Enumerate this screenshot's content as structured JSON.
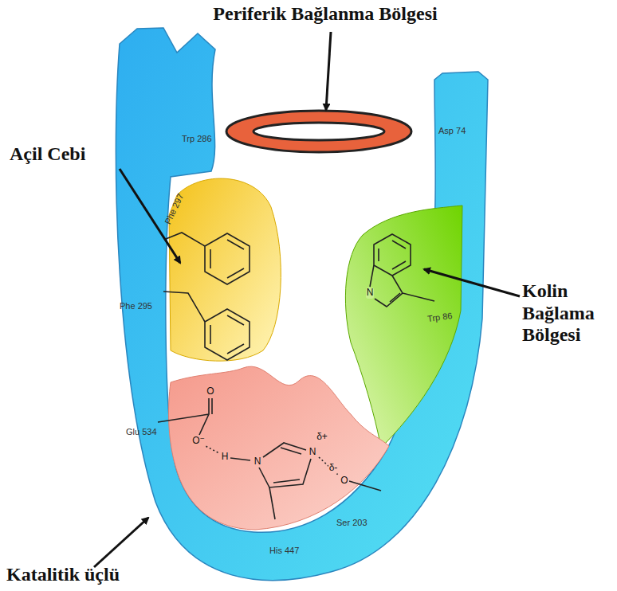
{
  "diagram": {
    "labels": [
      "Periferik Bağlanma Bölgesi",
      "Açil Cebi",
      "Kolin Bağlama Bölgesi",
      "Katalitik üçlü",
      "Trp 286",
      "Asp 74",
      "Phe 297",
      "Phe 295",
      "Trp 86",
      "Glu 534",
      "His 447",
      "Ser 203",
      "N",
      "O",
      "O⁻",
      "H",
      "N",
      "N",
      "δ+",
      "δ-",
      "O"
    ]
  }
}
